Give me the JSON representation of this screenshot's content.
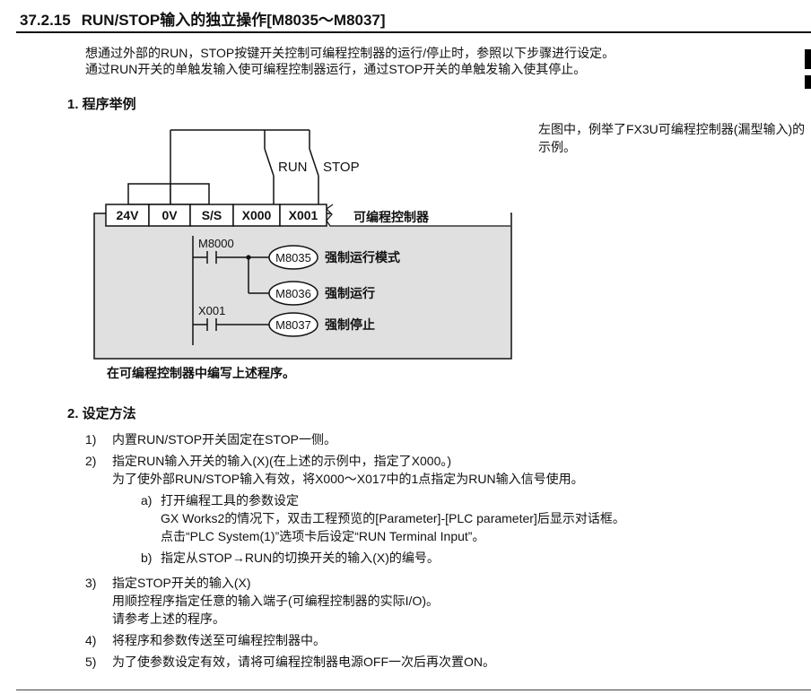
{
  "header": {
    "number": "37.2.15",
    "title": "RUN/STOP输入的独立操作[M8035～M8037]"
  },
  "intro": {
    "line1": "想通过外部的RUN，STOP按键开关控制可编程控制器的运行/停止时，参照以下步骤进行设定。",
    "line2": "通过RUN开关的单触发输入使可编程控制器运行，通过STOP开关的单触发输入使其停止。"
  },
  "example": {
    "heading": "1. 程序举例",
    "side_note": "左图中，例举了FX3U可编程控制器(漏型输入)的示例。",
    "caption": "在可编程控制器中编写上述程序。"
  },
  "diagram": {
    "run_label": "RUN",
    "stop_label": "STOP",
    "terminals": [
      "24V",
      "0V",
      "S/S",
      "X000",
      "X001"
    ],
    "plc_label": "可编程控制器",
    "rungs": {
      "contact1": "M8000",
      "coil1": "M8035",
      "desc1": "强制运行模式",
      "coil2": "M8036",
      "desc2": "强制运行",
      "contact3": "X001",
      "coil3": "M8037",
      "desc3": "强制停止"
    },
    "colors": {
      "plc_box_fill": "#e0e0e0"
    }
  },
  "setting": {
    "heading": "2. 设定方法",
    "items": [
      {
        "num": "1)",
        "lines": [
          "内置RUN/STOP开关固定在STOP一侧。"
        ]
      },
      {
        "num": "2)",
        "lines": [
          "指定RUN输入开关的输入(X)(在上述的示例中，指定了X000。)",
          "为了使外部RUN/STOP输入有效，将X000～X017中的1点指定为RUN输入信号使用。"
        ],
        "sub": [
          {
            "num": "a)",
            "lines": [
              "打开编程工具的参数设定",
              "GX Works2的情况下，双击工程预览的[Parameter]-[PLC parameter]后显示对话框。",
              "点击“PLC System(1)”选项卡后设定“RUN Terminal Input”。"
            ]
          },
          {
            "num": "b)",
            "lines": [
              "指定从STOP→RUN的切换开关的输入(X)的编号。"
            ]
          }
        ]
      },
      {
        "num": "3)",
        "lines": [
          "指定STOP开关的输入(X)",
          "用顺控程序指定任意的输入端子(可编程控制器的实际I/O)。",
          "请参考上述的程序。"
        ]
      },
      {
        "num": "4)",
        "lines": [
          "将程序和参数传送至可编程控制器中。"
        ]
      },
      {
        "num": "5)",
        "lines": [
          "为了使参数设定有效，请将可编程控制器电源OFF一次后再次置ON。"
        ]
      }
    ]
  }
}
